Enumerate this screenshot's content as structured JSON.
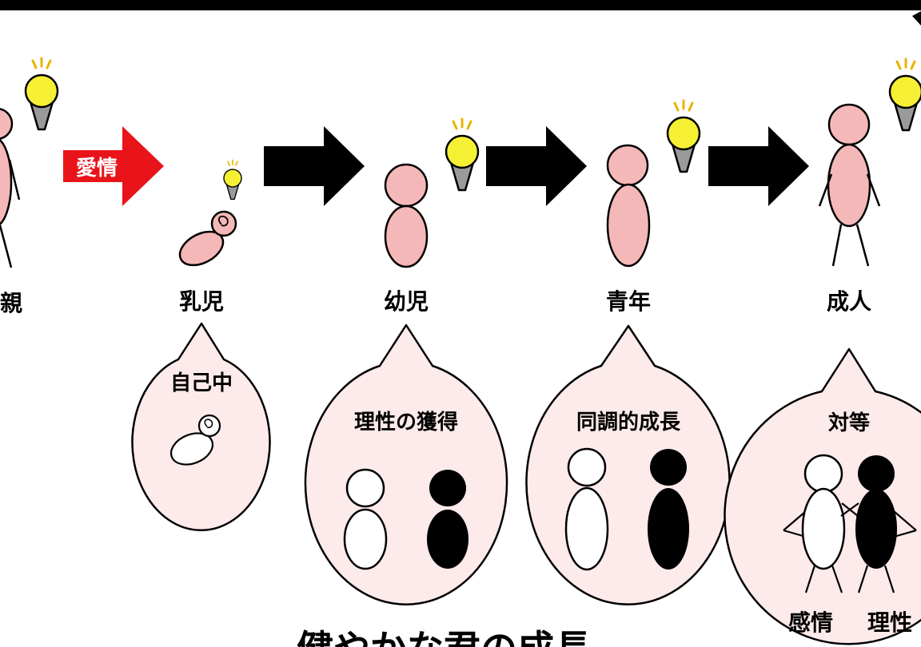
{
  "stages": [
    {
      "id": "parent",
      "label": "親"
    },
    {
      "id": "infant",
      "label": "乳児",
      "bubble_title": "自己中"
    },
    {
      "id": "toddler",
      "label": "幼児",
      "bubble_title": "理性の獲得"
    },
    {
      "id": "youth",
      "label": "青年",
      "bubble_title": "同調的成長"
    },
    {
      "id": "adult",
      "label": "成人",
      "bubble_title": "対等"
    }
  ],
  "love_arrow_label": "愛情",
  "adult_bubble_captions": {
    "left": "感情",
    "right": "理性"
  },
  "bottom_title": "健やかな君の成長",
  "colors": {
    "skin": "#f5b8b8",
    "bubble": "#fdeaea",
    "bulb": "#f6f034",
    "bulb_base": "#9a9a9a",
    "love_arrow": "#e8141a",
    "arrow": "#000000",
    "top_bar": "#000000"
  },
  "icons": [
    "lightbulb-icon",
    "right-arrow-icon",
    "baby-icon",
    "stick-figure-icon"
  ]
}
